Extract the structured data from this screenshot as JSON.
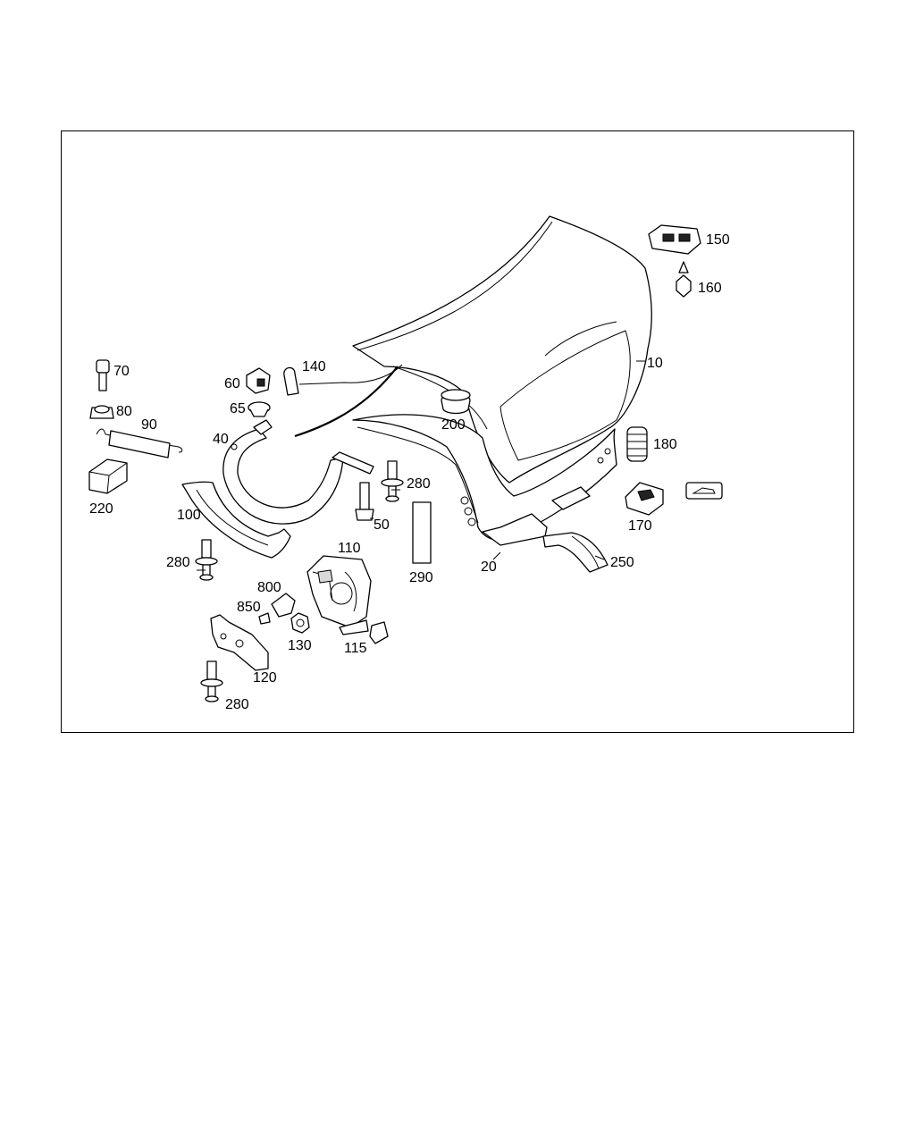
{
  "labels": {
    "p10": "10",
    "p20": "20",
    "p40": "40",
    "p50": "50",
    "p60": "60",
    "p65": "65",
    "p70": "70",
    "p80": "80",
    "p90": "90",
    "p100": "100",
    "p110": "110",
    "p115": "115",
    "p120": "120",
    "p130": "130",
    "p140": "140",
    "p150": "150",
    "p160": "160",
    "p170": "170",
    "p180": "180",
    "p200": "200",
    "p220": "220",
    "p250": "250",
    "p280a": "280",
    "p280b": "280",
    "p280c": "280",
    "p290": "290",
    "p800": "800",
    "p850": "850"
  }
}
